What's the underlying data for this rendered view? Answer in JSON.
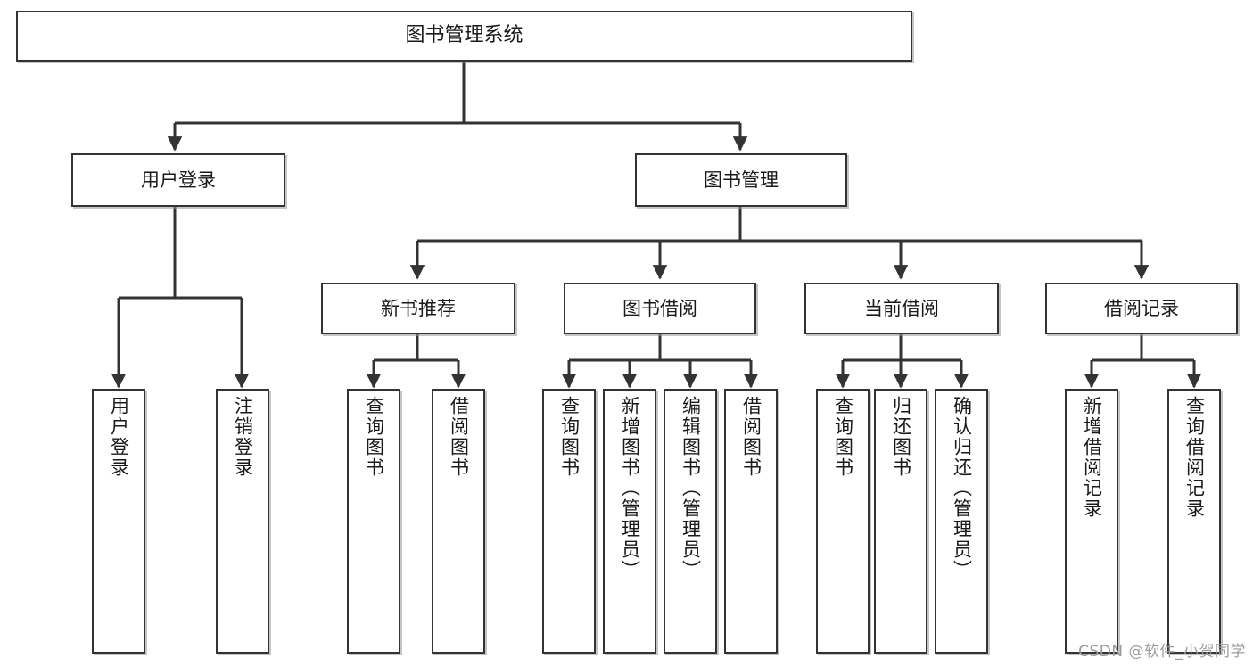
{
  "diagram": {
    "type": "tree",
    "title": "图书管理系统",
    "watermark": "CSDN @软件_小贺同学",
    "colors": {
      "background": "#ffffff",
      "border": "#333333",
      "text": "#1a1a1a",
      "connector": "#333333",
      "watermark": "#9b9b9b"
    },
    "nodes": {
      "root": {
        "label": "图书管理系统"
      },
      "level1": [
        {
          "id": "user-login",
          "label": "用户登录"
        },
        {
          "id": "book-manage",
          "label": "图书管理"
        }
      ],
      "level2": [
        {
          "id": "new-book-rec",
          "label": "新书推荐"
        },
        {
          "id": "book-borrow",
          "label": "图书借阅"
        },
        {
          "id": "current-borrow",
          "label": "当前借阅"
        },
        {
          "id": "borrow-record",
          "label": "借阅记录"
        }
      ],
      "leaves": {
        "user-login": [
          {
            "id": "leaf-user-login",
            "label": "用户登录"
          },
          {
            "id": "leaf-logout",
            "label": "注销登录"
          }
        ],
        "new-book-rec": [
          {
            "id": "leaf-query-book-1",
            "label": "查询图书"
          },
          {
            "id": "leaf-borrow-book-1",
            "label": "借阅图书"
          }
        ],
        "book-borrow": [
          {
            "id": "leaf-query-book-2",
            "label": "查询图书"
          },
          {
            "id": "leaf-add-book",
            "label": "新增图书（管理员）"
          },
          {
            "id": "leaf-edit-book",
            "label": "编辑图书（管理员）"
          },
          {
            "id": "leaf-borrow-book-2",
            "label": "借阅图书"
          }
        ],
        "current-borrow": [
          {
            "id": "leaf-query-book-3",
            "label": "查询图书"
          },
          {
            "id": "leaf-return-book",
            "label": "归还图书"
          },
          {
            "id": "leaf-confirm-return",
            "label": "确认归还（管理员）"
          }
        ],
        "borrow-record": [
          {
            "id": "leaf-add-record",
            "label": "新增借阅记录"
          },
          {
            "id": "leaf-query-record",
            "label": "查询借阅记录"
          }
        ]
      }
    }
  }
}
